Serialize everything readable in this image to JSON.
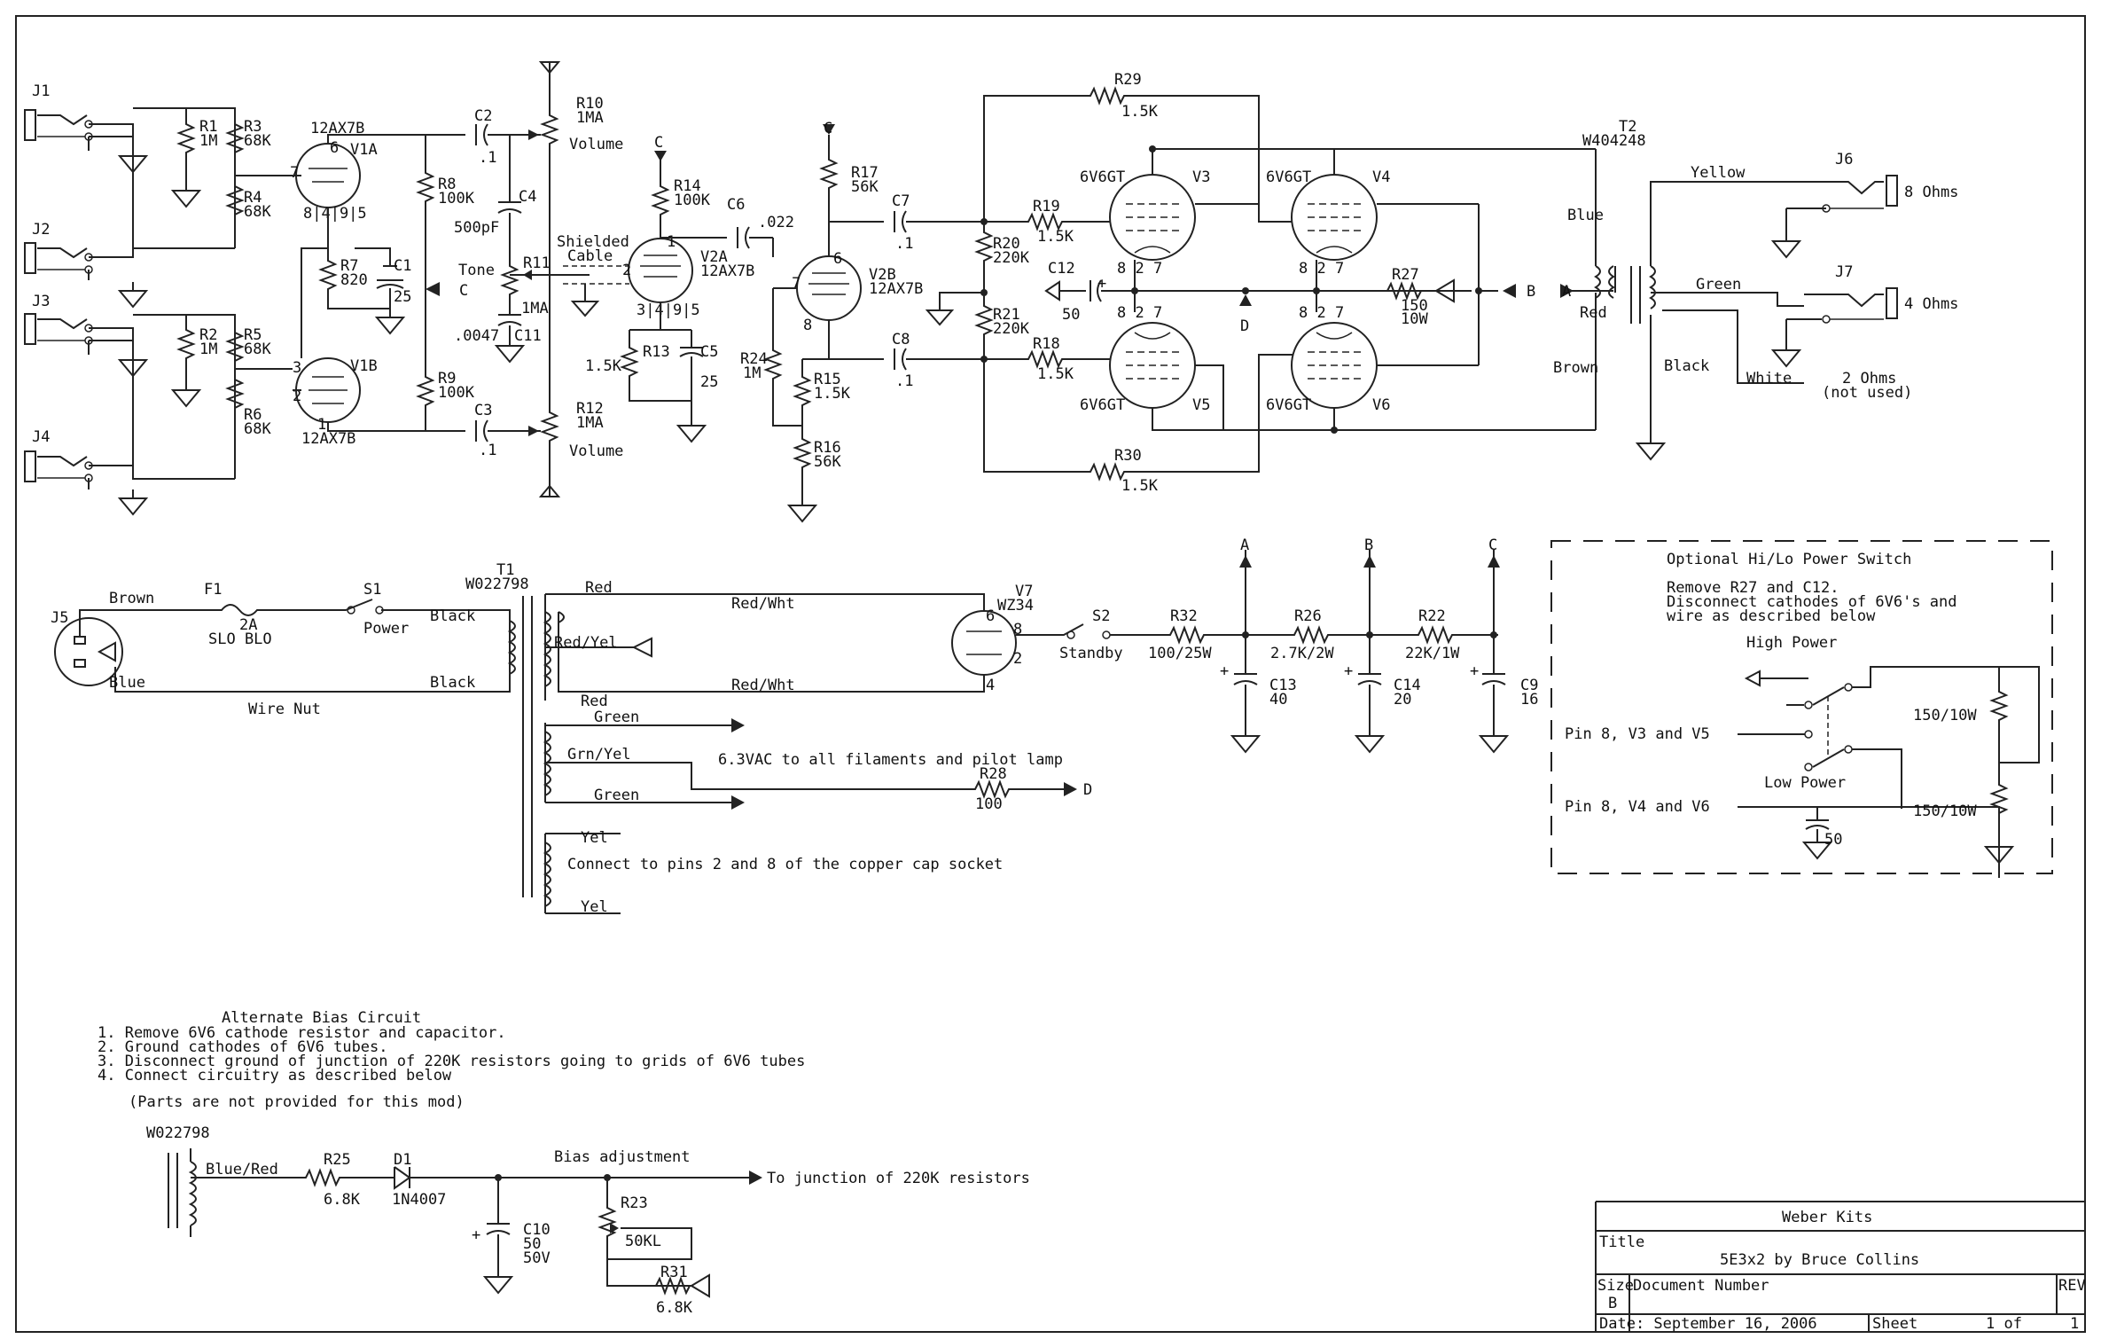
{
  "jacks": {
    "j1": "J1",
    "j2": "J2",
    "j3": "J3",
    "j4": "J4",
    "j5": "J5",
    "j6": "J6",
    "j7": "J7"
  },
  "preamp": {
    "r1": "R1",
    "r1v": "1M",
    "r2": "R2",
    "r2v": "1M",
    "r3": "R3",
    "r3v": "68K",
    "r4": "R4",
    "r4v": "68K",
    "r5": "R5",
    "r5v": "68K",
    "r6": "R6",
    "r6v": "68K",
    "r7": "R7",
    "r7v": "820",
    "c1": "C1",
    "c1v": "25",
    "r8": "R8",
    "r8v": "100K",
    "r9": "R9",
    "r9v": "100K",
    "c2": "C2",
    "c2v": ".1",
    "c3": "C3",
    "c3v": ".1",
    "c4": "C4",
    "c4v": "500pF",
    "c11": "C11",
    "c11v": ".0047",
    "r10": "R10",
    "r10v": "1MA",
    "vol1": "Volume",
    "r12": "R12",
    "r12v": "1MA",
    "vol2": "Volume",
    "r11": "R11",
    "r11v": "1MA",
    "tone": "Tone",
    "v1a": "V1A",
    "v1b": "V1B",
    "tube12ax7b": "12AX7B",
    "pins_a": "8|4|9|5",
    "pin6": "6",
    "pin7": "7",
    "pin1": "1",
    "pin2": "2",
    "pin3": "3",
    "c_label": "C",
    "shielded": "Shielded",
    "cable": "Cable"
  },
  "driver": {
    "r14": "R14",
    "r14v": "100K",
    "v2a": "V2A",
    "v2at": "12AX7B",
    "c6": "C6",
    "c6v": ".022",
    "r13": "R13",
    "r13v": "1.5K",
    "c5": "C5",
    "c5v": "25",
    "pins_b": "3|4|9|5",
    "r24": "R24",
    "r24v": "1M",
    "r17": "R17",
    "r17v": "56K",
    "v2b": "V2B",
    "v2bt": "12AX7B",
    "r15": "R15",
    "r15v": "1.5K",
    "r16": "R16",
    "r16v": "56K",
    "c7": "C7",
    "c7v": ".1",
    "c8": "C8",
    "c8v": ".1",
    "pin8": "8",
    "pin6": "6",
    "pin7": "7"
  },
  "power_amp": {
    "r29": "R29",
    "r29v": "1.5K",
    "r30": "R30",
    "r30v": "1.5K",
    "r19": "R19",
    "r19v": "1.5K",
    "r18": "R18",
    "r18v": "1.5K",
    "r20": "R20",
    "r20v": "220K",
    "r21": "R21",
    "r21v": "220K",
    "c12": "C12",
    "c12v": "50",
    "r27": "R27",
    "r27v": "150",
    "r27w": "10W",
    "tube": "6V6GT",
    "v3": "V3",
    "v4": "V4",
    "v5": "V5",
    "v6": "V6",
    "t2": "T2",
    "t2v": "W404248",
    "blue": "Blue",
    "red": "Red",
    "brown": "Brown",
    "yellow": "Yellow",
    "green": "Green",
    "black": "Black",
    "white": "White",
    "ohm8": "8 Ohms",
    "ohm4": "4 Ohms",
    "ohm2": "2 Ohms",
    "notused": "(not used)",
    "d": "D",
    "a": "A",
    "b": "B"
  },
  "psu": {
    "brown": "Brown",
    "blue": "Blue",
    "f1": "F1",
    "f1v": "2A",
    "f1t": "SLO BLO",
    "s1": "S1",
    "power": "Power",
    "wirenut": "Wire Nut",
    "t1": "T1",
    "t1v": "W022798",
    "black": "Black",
    "red": "Red",
    "redwht": "Red/Wht",
    "redyel": "Red/Yel",
    "green": "Green",
    "grnyel": "Grn/Yel",
    "yel": "Yel",
    "fil": "6.3VAC to all filaments and pilot lamp",
    "r28": "R28",
    "r28v": "100",
    "copper": "Connect to pins 2 and 8 of the copper cap socket",
    "v7": "V7",
    "v7t": "WZ34",
    "s2": "S2",
    "standby": "Standby",
    "r32": "R32",
    "r32v": "100/25W",
    "r26": "R26",
    "r26v": "2.7K/2W",
    "r22": "R22",
    "r22v": "22K/1W",
    "c13": "C13",
    "c13v": "40",
    "c14": "C14",
    "c14v": "20",
    "c9": "C9",
    "c9v": "16",
    "p6": "6",
    "p8": "8",
    "p2": "2",
    "p4": "4",
    "plus": "+"
  },
  "option": {
    "title": "Optional Hi/Lo Power Switch",
    "l1": "Remove R27 and C12.",
    "l2": "Disconnect cathodes of 6V6's and",
    "l3": "wire as described below",
    "hi": "High Power",
    "lo": "Low Power",
    "p1": "Pin 8, V3 and V5",
    "p2": "Pin 8, V4 and V6",
    "r1": "150/10W",
    "r2": "150/10W",
    "c": "50"
  },
  "bias": {
    "title": "Alternate Bias Circuit",
    "l1": "1. Remove 6V6 cathode resistor and capacitor.",
    "l2": "2. Ground cathodes of 6V6 tubes.",
    "l3": "3. Disconnect ground of junction of 220K resistors going to grids of 6V6 tubes",
    "l4": "4. Connect circuitry as described below",
    "note": "(Parts are not provided for this mod)",
    "t": "W022798",
    "bluered": "Blue/Red",
    "r25": "R25",
    "r25v": "6.8K",
    "d1": "D1",
    "d1v": "1N4007",
    "adj": "Bias adjustment",
    "to": "To junction of 220K resistors",
    "c10": "C10",
    "c10v": "50",
    "c10w": "50V",
    "r23": "R23",
    "r23v": "50KL",
    "r31": "R31",
    "r31v": "6.8K"
  },
  "titleblock": {
    "company": "Weber Kits",
    "title_label": "Title",
    "title": "5E3x2 by Bruce Collins",
    "size_label": "Size",
    "size": "B",
    "docnum": "Document Number",
    "rev": "REV",
    "date": "Date: September 16, 2006",
    "sheet": "Sheet",
    "of": "1 of",
    "num": "1"
  }
}
